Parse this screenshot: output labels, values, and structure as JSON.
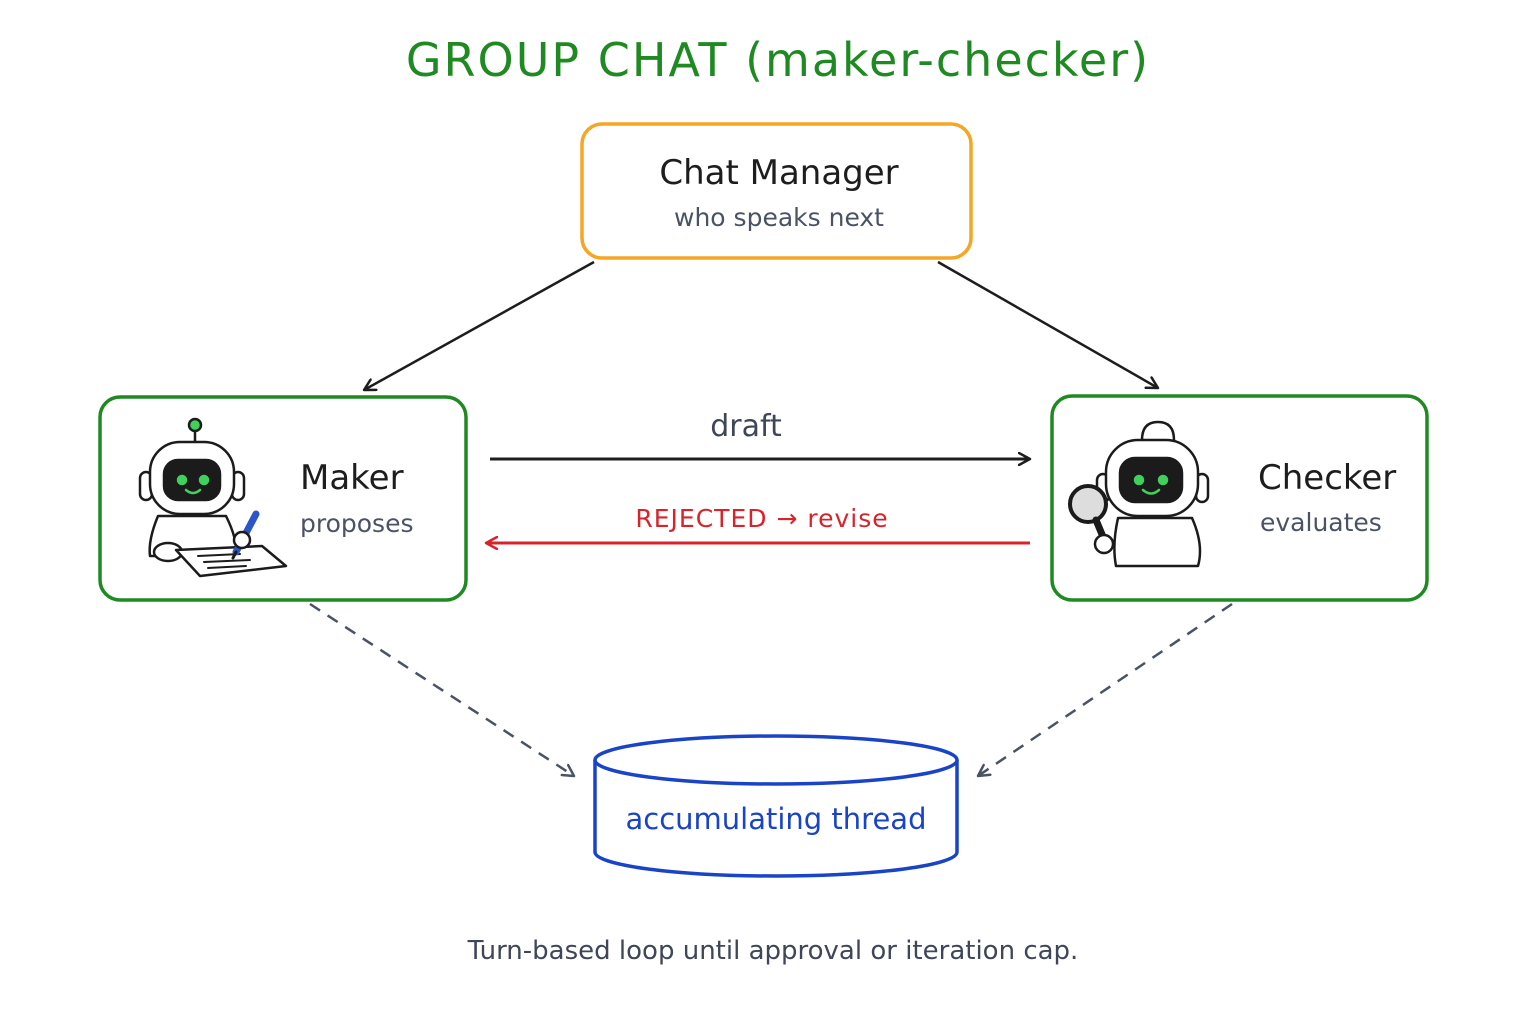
{
  "title": "GROUP CHAT (maker-checker)",
  "nodes": {
    "manager": {
      "title": "Chat Manager",
      "subtitle": "who speaks next"
    },
    "maker": {
      "title": "Maker",
      "subtitle": "proposes"
    },
    "checker": {
      "title": "Checker",
      "subtitle": "evaluates"
    },
    "thread": {
      "label": "accumulating thread"
    }
  },
  "edges": {
    "draft": "draft",
    "rejected": "REJECTED → revise"
  },
  "caption": "Turn-based loop until approval or iteration cap.",
  "colors": {
    "title": "#1f8a22",
    "manager_border": "#f5a623",
    "agent_border": "#1f8a22",
    "thread_border": "#1a44c7",
    "rejected": "#d9232b",
    "arrow": "#1d1d1d",
    "dashed": "#4a5366",
    "robot_screen": "#1b1b1b",
    "robot_eyes": "#3fd15c",
    "pen": "#2a56c9"
  },
  "icons": {
    "maker": "robot-writing-icon",
    "checker": "robot-magnifier-icon"
  }
}
